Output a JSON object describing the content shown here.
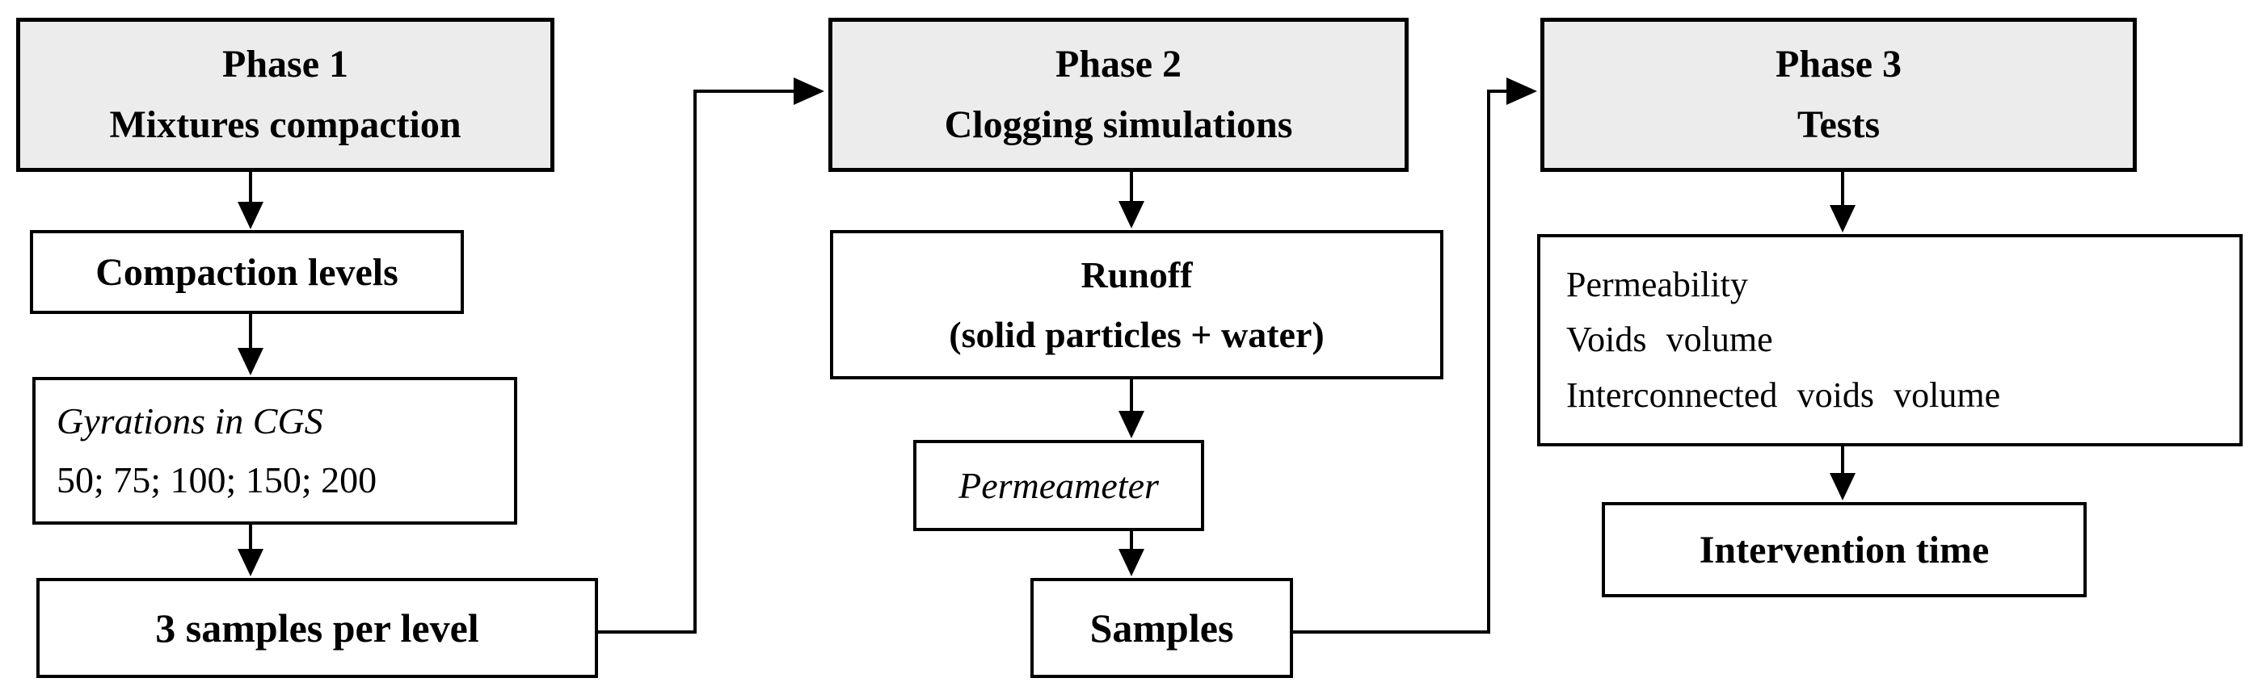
{
  "diagram": {
    "phase1": {
      "line1": "Phase 1",
      "line2": "Mixtures compaction"
    },
    "compaction_levels": {
      "label": "Compaction levels"
    },
    "gyrations": {
      "line1": "Gyrations in CGS",
      "line2": "50; 75; 100; 150; 200"
    },
    "samples_per_level": {
      "label": "3 samples per level"
    },
    "phase2": {
      "line1": "Phase 2",
      "line2": "Clogging simulations"
    },
    "runoff": {
      "line1": "Runoff",
      "line2": "(solid particles + water)"
    },
    "permeameter": {
      "label": "Permeameter"
    },
    "samples": {
      "label": "Samples"
    },
    "phase3": {
      "line1": "Phase 3",
      "line2": "Tests"
    },
    "tests": {
      "line1": "Permeability",
      "line2": "Voids volume",
      "line3": "Interconnected voids volume"
    },
    "intervention_time": {
      "label": "Intervention time"
    },
    "colors": {
      "header_fill": "#ececec",
      "box_fill": "#ffffff",
      "border": "#000000",
      "background": "#ffffff"
    }
  }
}
